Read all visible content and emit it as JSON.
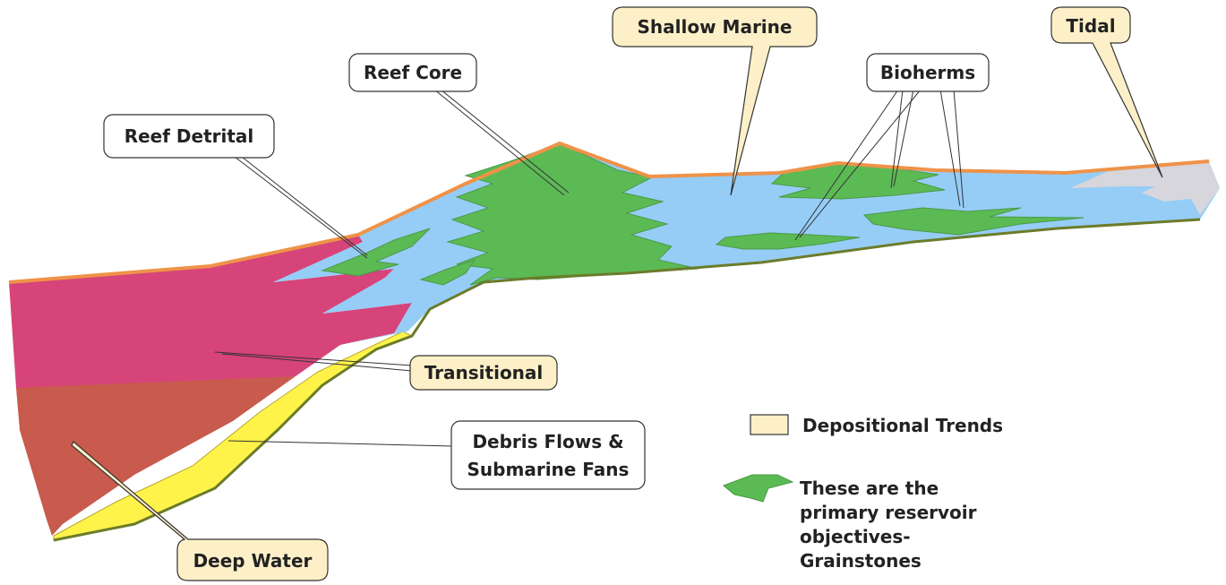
{
  "labels": {
    "reef_core": "Reef Core",
    "shallow_marine": "Shallow Marine",
    "tidal": "Tidal",
    "bioherms": "Bioherms",
    "reef_detrital": "Reef Detrital",
    "transitional": "Transitional",
    "debris_line1": "Debris Flows &",
    "debris_line2": "Submarine Fans",
    "deep_water": "Deep Water"
  },
  "legend": {
    "depositional_trends": "Depositional Trends",
    "reservoir_line1": "These are the",
    "reservoir_line2": "primary reservoir",
    "reservoir_line3": "objectives-",
    "reservoir_line4": "Grainstones"
  },
  "colors": {
    "pink": "#d6447a",
    "red_brown": "#c85a4e",
    "yellow": "#fff34a",
    "blue": "#96cdf7",
    "green": "#5cba55",
    "gray": "#d6d6dc",
    "orange": "#ef9248",
    "callout_fill": "#fdf0c8",
    "callout_white": "#ffffff"
  }
}
